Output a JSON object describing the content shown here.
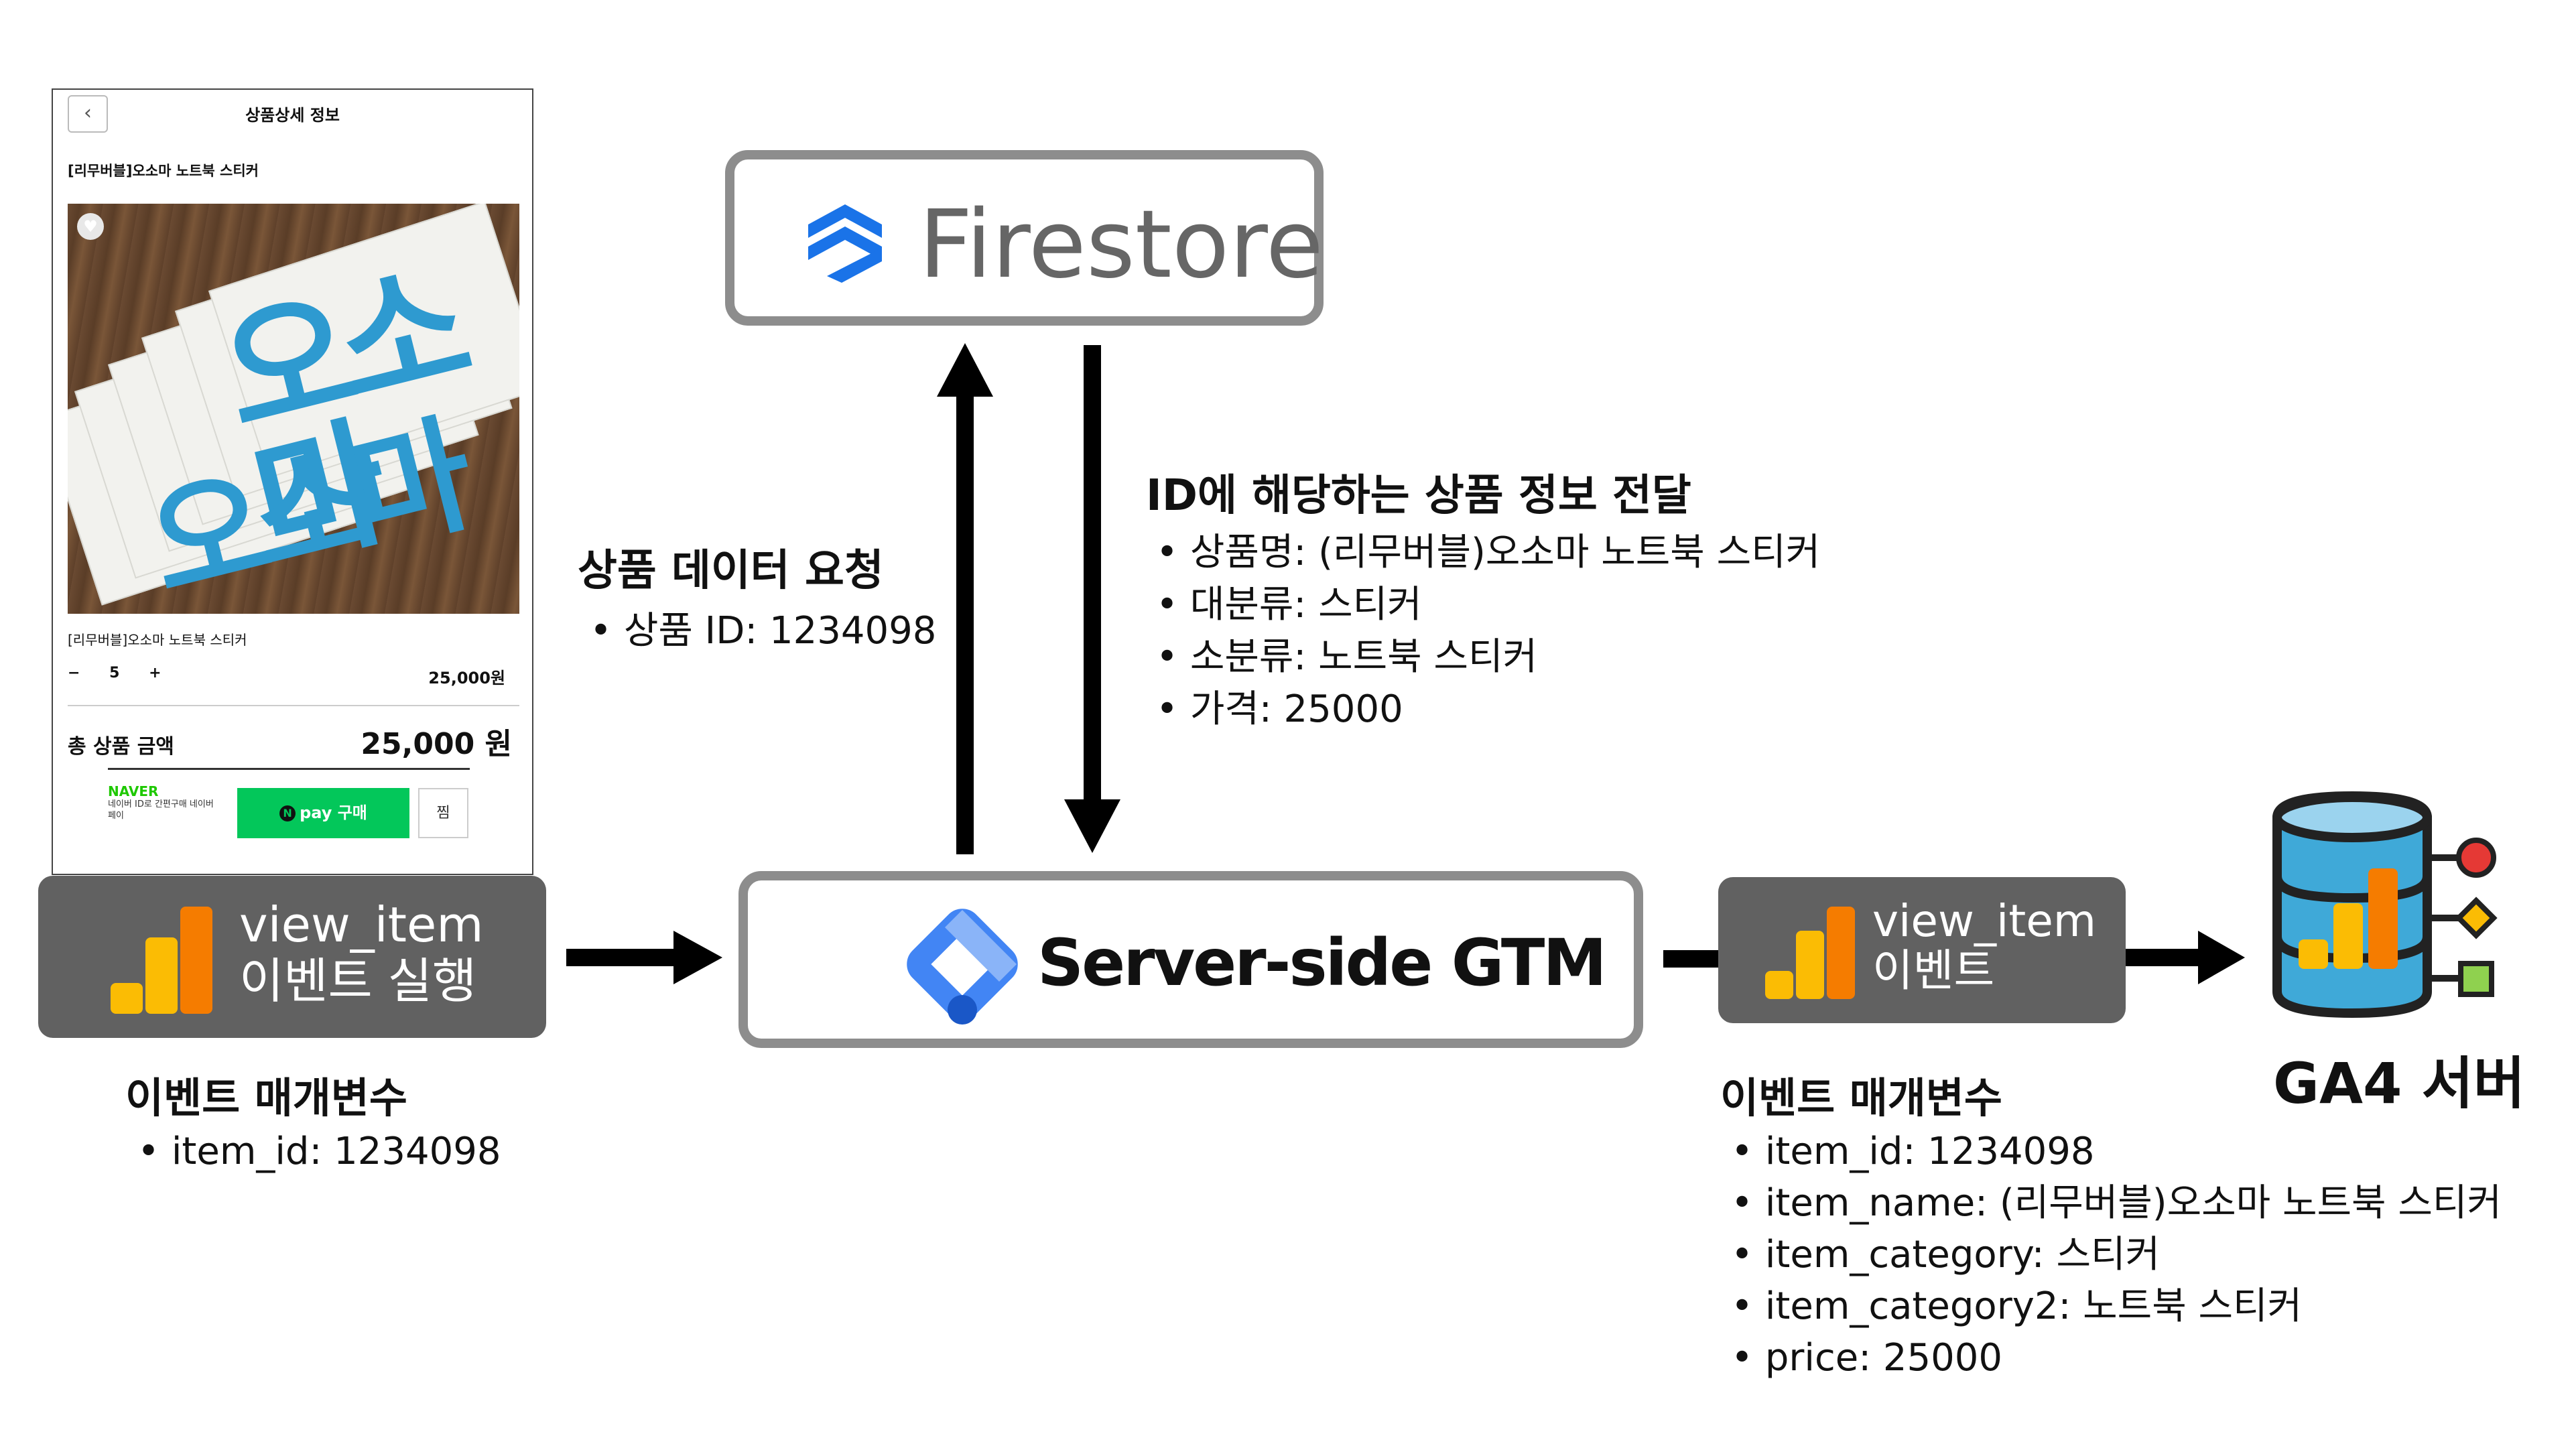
{
  "phone": {
    "header_title": "상품상세 정보",
    "back_icon": "chevron-left-icon",
    "product_title": "[리무버블]오소마 노트북 스티커",
    "sticker_text_1": "오소마",
    "sticker_text_2": "오소마",
    "product_line": "[리무버블]오소마 노트북 스티커",
    "qty_minus": "−",
    "qty_value": "5",
    "qty_plus": "+",
    "line_price": "25,000원",
    "total_label": "총 상품 금액",
    "total_value": "25,000 원",
    "naver_brand": "NAVER",
    "naver_sub": "네이버 ID로 간편구매 네이버페이",
    "npay_n": "N",
    "npay_label": "pay 구매",
    "wish_label": "찜"
  },
  "firestore": {
    "label": "Firestore"
  },
  "request": {
    "title": "상품 데이터 요청",
    "items": [
      "상품 ID: 1234098"
    ]
  },
  "response": {
    "title": "ID에 해당하는 상품 정보 전달",
    "items": [
      "상품명: (리무버블)오소마 노트북 스티커",
      "대분류: 스티커",
      "소분류: 노트북 스티커",
      "가격: 25000"
    ]
  },
  "left_event": {
    "line1": "view_item",
    "line2": "이벤트 실행"
  },
  "left_params": {
    "title": "이벤트 매개변수",
    "items": [
      "item_id: 1234098"
    ]
  },
  "gtm": {
    "label": "Server-side GTM"
  },
  "right_event": {
    "line1": "view_item",
    "line2": "이벤트"
  },
  "right_params": {
    "title": "이벤트 매개변수",
    "items": [
      "item_id: 1234098",
      "item_name: (리무버블)오소마 노트북 스티커",
      "item_category: 스티커",
      "item_category2: 노트북 스티커",
      "price: 25000"
    ]
  },
  "ga4": {
    "label": "GA4 서버"
  },
  "colors": {
    "ga_orange": "#f57c00",
    "ga_yellow": "#fbbc04",
    "gtm_blue": "#4285f4",
    "firestore_blue": "#1a73e8",
    "box_gray": "#616161",
    "db_blue": "#3fa9d8"
  }
}
